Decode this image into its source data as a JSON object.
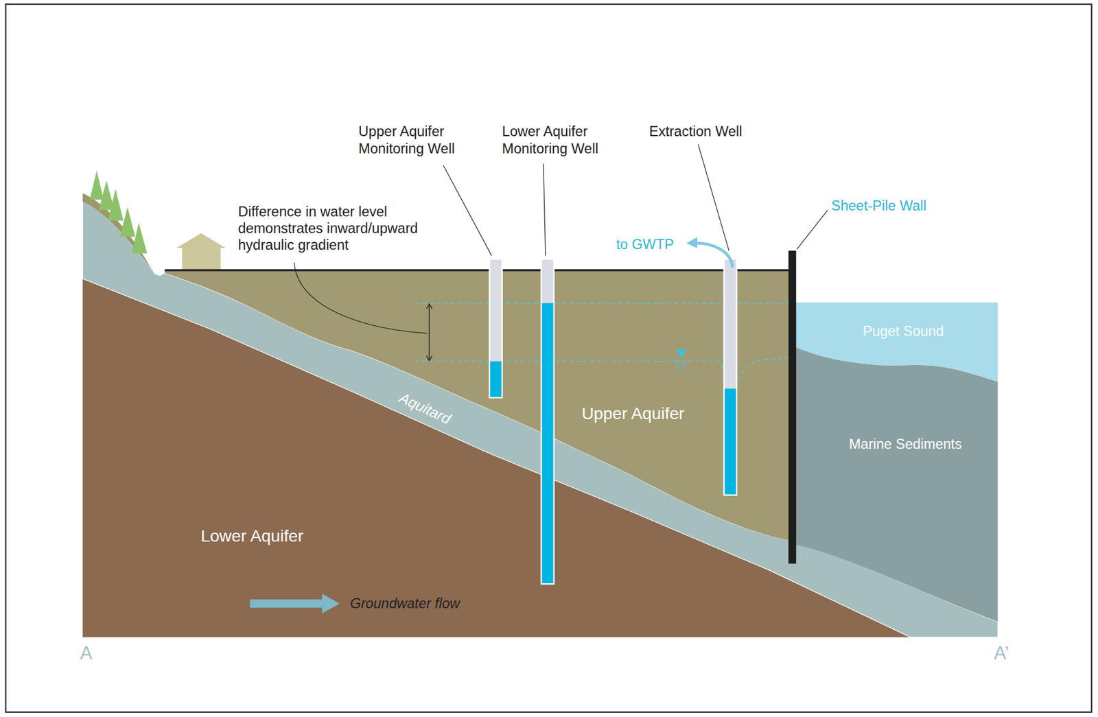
{
  "diagram": {
    "labels": [
      "Upper Aquifer Monitoring Well",
      "Lower Aquifer Monitoring Well",
      "Extraction Well",
      "Sheet-Pile Wall",
      "Difference in water level demonstrates inward/upward hydraulic gradient",
      "to GWTP",
      "Puget Sound",
      "Upper Aquifer",
      "Aquitard",
      "Marine Sediments",
      "Lower Aquifer",
      "Groundwater flow",
      "A",
      "A’"
    ]
  }
}
